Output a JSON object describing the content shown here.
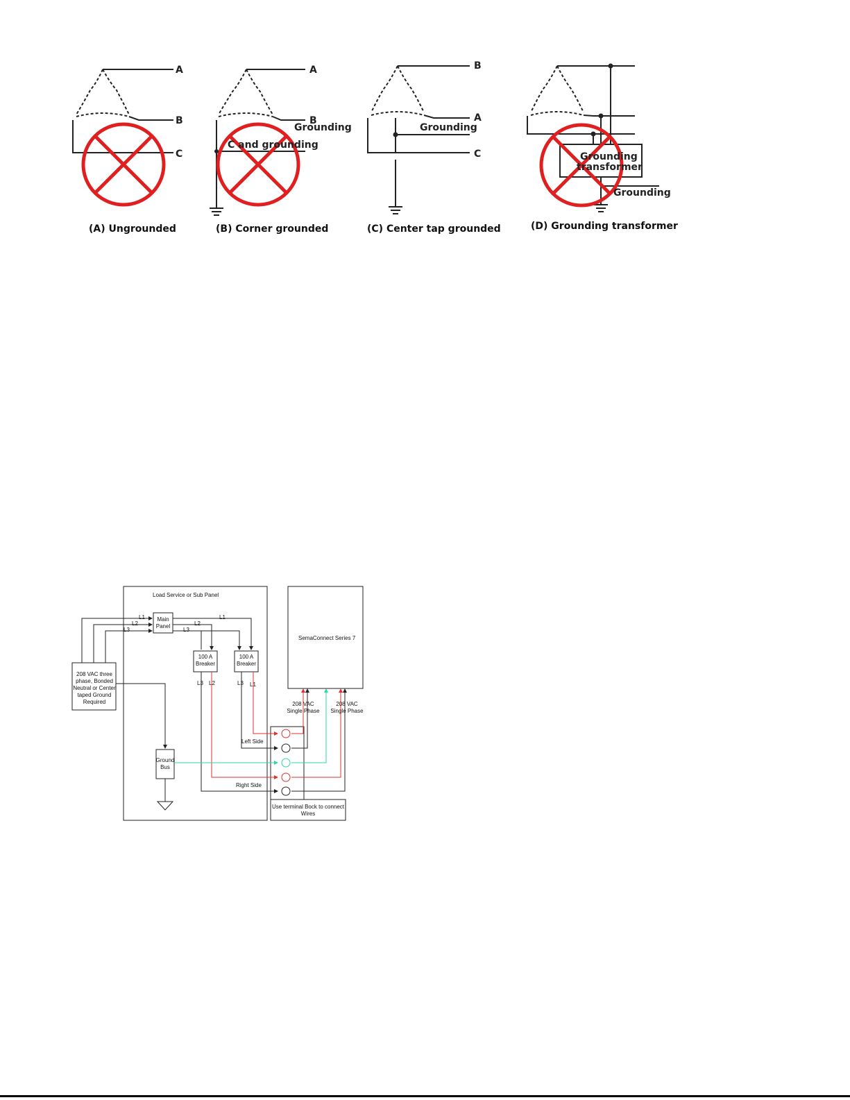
{
  "transformers": {
    "a": {
      "caption": "(A)  Ungrounded",
      "labels": [
        "A",
        "B",
        "C"
      ]
    },
    "b": {
      "caption": "(B)  Corner grounded",
      "labels": [
        "A",
        "B",
        "Grounding",
        "C and  grounding"
      ]
    },
    "c": {
      "caption": "(C)  Center tap grounded",
      "labels": [
        "B",
        "A",
        "Grounding",
        "C"
      ]
    },
    "d": {
      "caption": "(D)  Grounding transformer",
      "box": [
        "Grounding",
        "transformer"
      ],
      "ground_label": "Grounding"
    }
  },
  "wiring": {
    "panel_title": "Load Service or Sub Panel",
    "charger": "SemaConnect Series 7",
    "main_panel": [
      "Main",
      "Panel"
    ],
    "source": [
      "208 VAC three",
      "phase, Bonded",
      "Neutral or Center",
      "taped Ground",
      "Required"
    ],
    "breaker_left": [
      "100 A",
      "Breaker"
    ],
    "breaker_right": [
      "100 A",
      "Breaker"
    ],
    "ground_bus": [
      "Ground",
      "Bus"
    ],
    "feed_left": [
      "208 VAC",
      "Single Phase"
    ],
    "feed_right": [
      "208 VAC",
      "Single Phase"
    ],
    "left_side": "Left Side",
    "right_side": "Right Side",
    "terminal_note": [
      "Use terminal Bock to connect",
      "Wires"
    ],
    "wire_labels": {
      "l1": "L1",
      "l2": "L2",
      "l3": "L3"
    }
  },
  "colors": {
    "cross": "#e02020",
    "hot": "#e03030",
    "ground": "#2ed9a0",
    "line": "#222222"
  }
}
